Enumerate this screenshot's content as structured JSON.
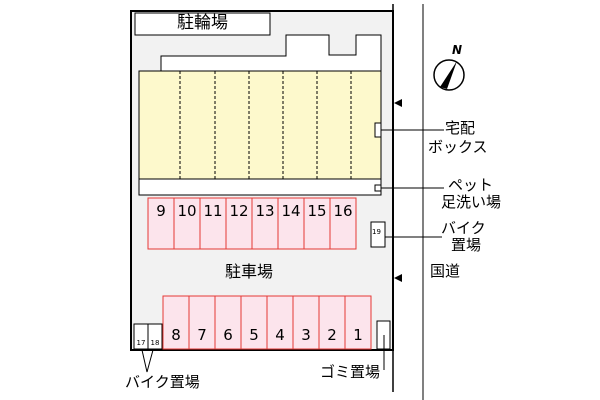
{
  "title": "駐輪場",
  "parking_label": "駐車場",
  "road_label": "国道",
  "compass_label": "N",
  "colors": {
    "lot": "#f2f2f2",
    "building": "#fdf9cc",
    "space_fill": "#fce4ec",
    "space_border": "#e53935"
  },
  "upper_spaces": [
    "9",
    "10",
    "11",
    "12",
    "13",
    "14",
    "15",
    "16"
  ],
  "lower_spaces": [
    "8",
    "7",
    "6",
    "5",
    "4",
    "3",
    "2",
    "1"
  ],
  "bike_spaces": [
    "17",
    "18"
  ],
  "bike_space_right": "19",
  "labels": {
    "delivery_box": [
      "宅配",
      "ボックス"
    ],
    "pet_wash": [
      "ペット",
      "足洗い場"
    ],
    "bike_right": [
      "バイク",
      "置場"
    ],
    "bike_left": "バイク置場",
    "garbage": "ゴミ置場"
  }
}
